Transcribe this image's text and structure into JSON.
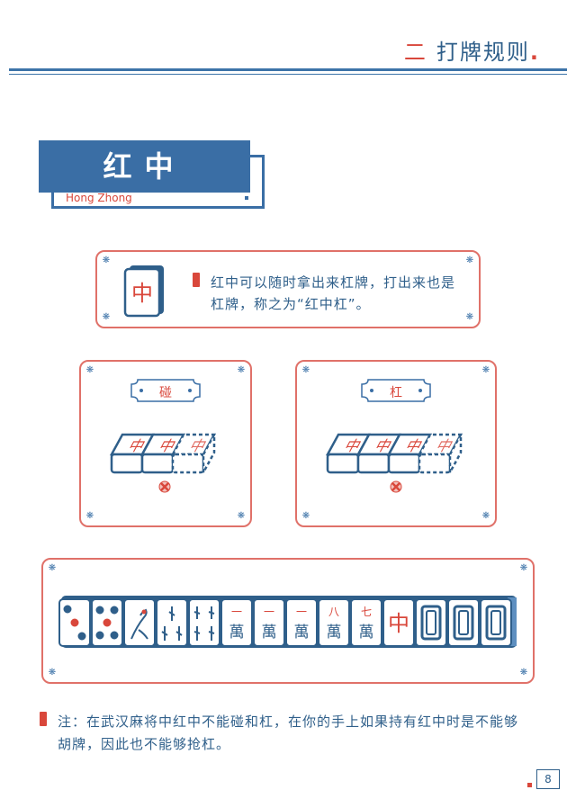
{
  "header": {
    "number": "二",
    "title": "打牌规则",
    "dot": "."
  },
  "section": {
    "title": "红中",
    "subtitle": "Hong Zhong"
  },
  "intro": {
    "text": "红中可以随时拿出来杠牌，打出来也是杠牌，称之为“红中杠”。",
    "tile_char": "中"
  },
  "peng": {
    "label": "碰"
  },
  "gang": {
    "label": "杠"
  },
  "tile_row": {
    "tiles": [
      "三筒",
      "五筒",
      "一条",
      "三条",
      "四条",
      "一万",
      "一万",
      "一万",
      "八万",
      "七万",
      "红中",
      "白板",
      "白板",
      "白板"
    ],
    "wan_char": "萬",
    "wan_nums": [
      "一",
      "一",
      "一",
      "八",
      "七"
    ]
  },
  "note": {
    "text": "注：在武汉麻将中红中不能碰和杠，在你的手上如果持有红中时是不能够胡牌，因此也不能够抢杠。"
  },
  "page": {
    "number": "8"
  },
  "colors": {
    "blue": "#3a6ea5",
    "red": "#d9473b"
  }
}
